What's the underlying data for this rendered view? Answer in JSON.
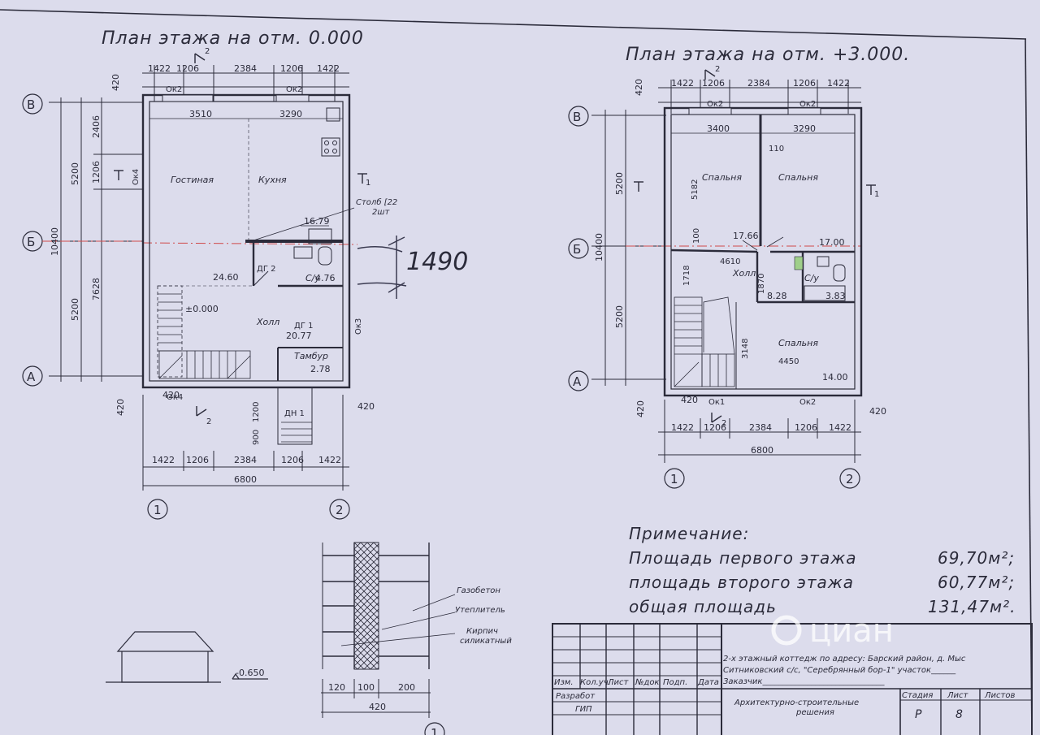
{
  "plan1": {
    "title": "План этажа на отм. 0.000",
    "section_marks": [
      "2",
      "2"
    ],
    "view_marks": [
      "1"
    ],
    "dims_top": [
      "1422",
      "1206",
      "2384",
      "1206",
      "1422"
    ],
    "dims_bottom": [
      "1422",
      "1206",
      "2384",
      "1206",
      "1422"
    ],
    "overall_width": "6800",
    "wall_offset": "420",
    "dims_left_inner": [
      "2406",
      "1206",
      "7628"
    ],
    "dims_left_outer": [
      "5200",
      "5200"
    ],
    "overall_height": "10400",
    "inner_dims": [
      "3510",
      "3290"
    ],
    "windows": [
      "Ок2",
      "Ок2",
      "Ок4",
      "Ок4",
      "Ок3"
    ],
    "rooms": {
      "living": "Гостиная",
      "kitchen": "Кухня",
      "wc": "С/у",
      "hall": "Холл",
      "vestibule": "Тамбур"
    },
    "areas": [
      "16.79",
      "24.60",
      "4.76",
      "20.77",
      "2.78"
    ],
    "doors": [
      "ДГ 2",
      "ДГ 1",
      "ДН 1"
    ],
    "column_label": [
      "Столб [22",
      "2шт"
    ],
    "level_mark": "±0.000",
    "porch_dims": [
      "1200",
      "900"
    ],
    "axis_letters": [
      "В",
      "Б",
      "А"
    ],
    "axis_numbers": [
      "1",
      "2"
    ],
    "handwritten": "1490"
  },
  "plan2": {
    "title": "План этажа на отм. +3.000.",
    "section_marks": [
      "2",
      "2"
    ],
    "view_marks": [
      "1",
      "1"
    ],
    "dims_top": [
      "1422",
      "1206",
      "2384",
      "1206",
      "1422"
    ],
    "dims_bottom": [
      "1422",
      "1206",
      "2384",
      "1206",
      "1422"
    ],
    "overall_width": "6800",
    "wall_offset": "420",
    "dims_left": [
      "5200",
      "5200"
    ],
    "overall_height": "10400",
    "inner_dims": [
      "3400",
      "3290",
      "110",
      "5182",
      "100",
      "4610",
      "1718",
      "1870",
      "3148",
      "4450"
    ],
    "windows": [
      "Ок2",
      "Ок2",
      "Ок1",
      "Ок2"
    ],
    "rooms": {
      "bedroom1": "Спальня",
      "bedroom2": "Спальня",
      "bedroom3": "Спальня",
      "hall": "Холл",
      "wc": "С/у"
    },
    "areas": [
      "17.66",
      "17.00",
      "8.28",
      "3.83",
      "14.00"
    ],
    "axis_letters": [
      "В",
      "Б",
      "А"
    ],
    "axis_numbers": [
      "1",
      "2"
    ]
  },
  "notes": {
    "heading": "Примечание:",
    "lines": [
      {
        "label": "Площадь первого этажа",
        "value": "69,70м²;"
      },
      {
        "label": "площадь второго этажа",
        "value": "60,77м²;"
      },
      {
        "label": "общая площадь",
        "value": "131,47м²."
      }
    ]
  },
  "wall_section": {
    "layers": [
      "Газобетон",
      "Утеплитель",
      "Кирпич",
      "силикатный"
    ],
    "dims": [
      "120",
      "100",
      "200"
    ],
    "total": "420",
    "axis": "1"
  },
  "elevation": {
    "level": "-0.650"
  },
  "stamp": {
    "col_headers": [
      "Изм.",
      "Кол.уч.",
      "Лист",
      "№док",
      "Подп.",
      "Дата"
    ],
    "row_labels": [
      "Разработ",
      "ГИП"
    ],
    "project_lines": [
      "2-х этажный коттедж по адресу: Барский район, д. Мыс",
      "Ситниковский с/с, \"Серебрянный бор-1\" участок______",
      "Заказчик______________________________"
    ],
    "section_name": [
      "Архитектурно-строительные",
      "решения"
    ],
    "stage_headers": [
      "Стадия",
      "Лист",
      "Листов"
    ],
    "stage": "Р",
    "sheet": "8"
  },
  "watermark": "циан"
}
